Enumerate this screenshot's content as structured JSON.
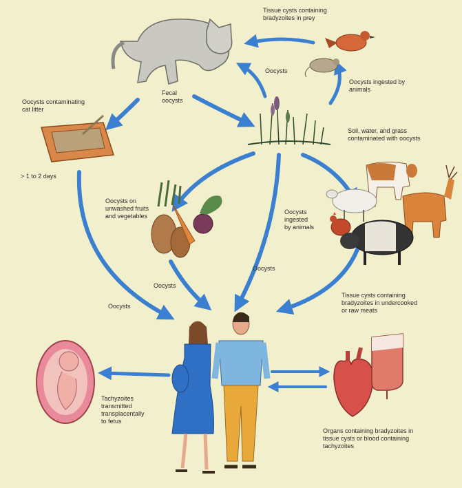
{
  "labels": {
    "tissue_cysts_prey": "Tissue cysts containing\nbradyzoites in prey",
    "oocysts_mid": "Oocysts",
    "oocysts_ingested_animals_top": "Oocysts ingested by\nanimals",
    "fecal_oocysts": "Fecal\noocysts",
    "oocysts_cat_litter": "Oocysts contaminating\ncat litter",
    "soil_water_grass": "Soil, water, and grass\ncontaminated with oocysts",
    "days": "> 1 to 2 days",
    "oocysts_fruits": "Oocysts on\nunwashed fruits\nand vegetables",
    "oocysts_ingested_animals_mid": "Oocysts\ningested\nby animals",
    "oocysts_center": "Oocysts",
    "oocysts_left_mid": "Oocysts",
    "oocysts_left": "Oocysts",
    "tissue_cysts_meats": "Tissue cysts containing\nbradyzoites in undercooked\nor raw meats",
    "tachyzoites_fetus": "Tachyzoites\ntransmitted\ntransplacentally\nto fetus",
    "organs_blood": "Organs containing bradyzoites in\ntissue cysts or blood containing\ntachyzoites"
  },
  "colors": {
    "background": "#f2efcc",
    "arrow": "#3b7fd0",
    "text": "#2b2b2b"
  }
}
